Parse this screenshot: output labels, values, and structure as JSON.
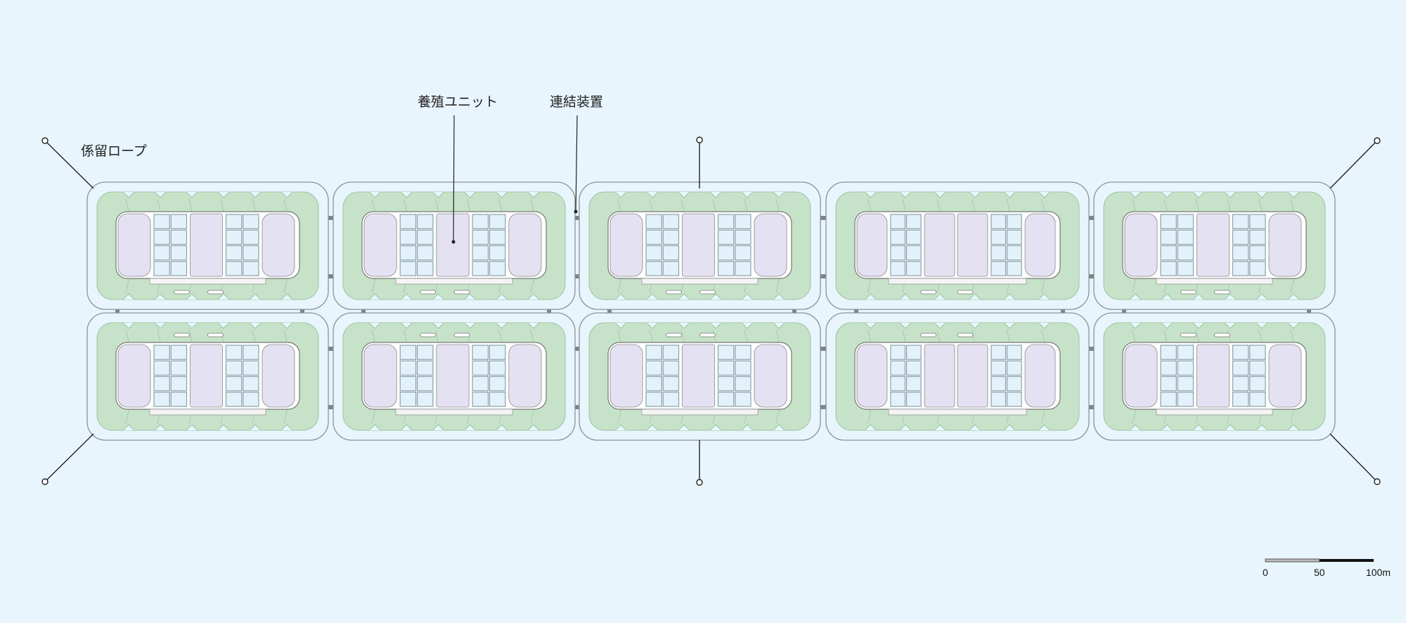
{
  "labels": {
    "mooring_rope": "係留ロープ",
    "aquaculture_unit": "養殖ユニット",
    "coupling_device": "連結装置"
  },
  "scale_bar": {
    "ticks": [
      "0",
      "50",
      "100m"
    ]
  },
  "layout_grid": {
    "columns": 5,
    "rows": 2
  },
  "colors": {
    "water": "#e8f5fd",
    "green_zone": "#c6e2c8",
    "pond_panel": "#e4e2f2",
    "grid_panel": "#e3f2fa",
    "outline": "#8a9496"
  }
}
